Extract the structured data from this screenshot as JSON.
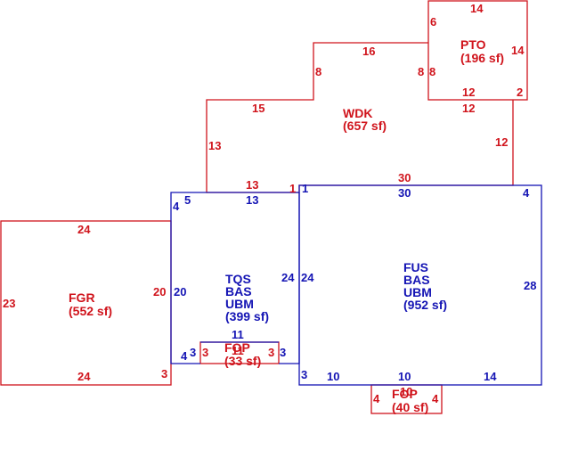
{
  "areas": {
    "pto": {
      "code": "PTO",
      "area": "(196 sf)"
    },
    "wdk": {
      "code": "WDK",
      "area": "(657 sf)"
    },
    "fgr": {
      "code": "FGR",
      "area": "(552 sf)"
    },
    "tqs": {
      "line1": "TQS",
      "line2": "BAS",
      "line3": "UBM",
      "area": "(399 sf)"
    },
    "fus": {
      "line1": "FUS",
      "line2": "BAS",
      "line3": "UBM",
      "area": "(952 sf)"
    },
    "fop1": {
      "code": "FOP",
      "area": "(33 sf)"
    },
    "fop2": {
      "code": "FOP",
      "area": "(40 sf)"
    }
  },
  "dims": {
    "pto_top": "14",
    "pto_left": "6",
    "pto_right": "14",
    "pto_bottom": "12",
    "pto_br": "2",
    "wdk_top": "16",
    "wdk_step_l": "8",
    "wdk_step_r": "8",
    "wdk_step_r2": "8",
    "wdk_upper_left": "15",
    "wdk_left": "13",
    "wdk_right_top": "12",
    "wdk_right": "12",
    "wdk_bottom_l": "13",
    "wdk_bottom_1": "1",
    "wdk_bottom_r": "30",
    "tqs_top_4": "4",
    "tqs_top_5": "5",
    "tqs_top": "13",
    "tqs_right": "24",
    "tqs_left": "20",
    "tqs_bottom_4": "4",
    "tqs_bottom_3": "3",
    "tqs_bottom_11": "11",
    "tqs_bottom_3b": "3",
    "fus_top_1": "1",
    "fus_top": "30",
    "fus_top_4": "4",
    "fus_left": "24",
    "fus_right": "28",
    "fus_bottom_3": "3",
    "fus_bottom_10a": "10",
    "fus_bottom_10b": "10",
    "fus_bottom_14": "14",
    "fgr_top": "24",
    "fgr_left": "23",
    "fgr_right": "20",
    "fgr_bottom": "24",
    "fgr_br": "3",
    "fop1_left": "3",
    "fop1_right": "3",
    "fop1_top": "11",
    "fop2_left": "4",
    "fop2_right": "4",
    "fop2_top": "10"
  }
}
